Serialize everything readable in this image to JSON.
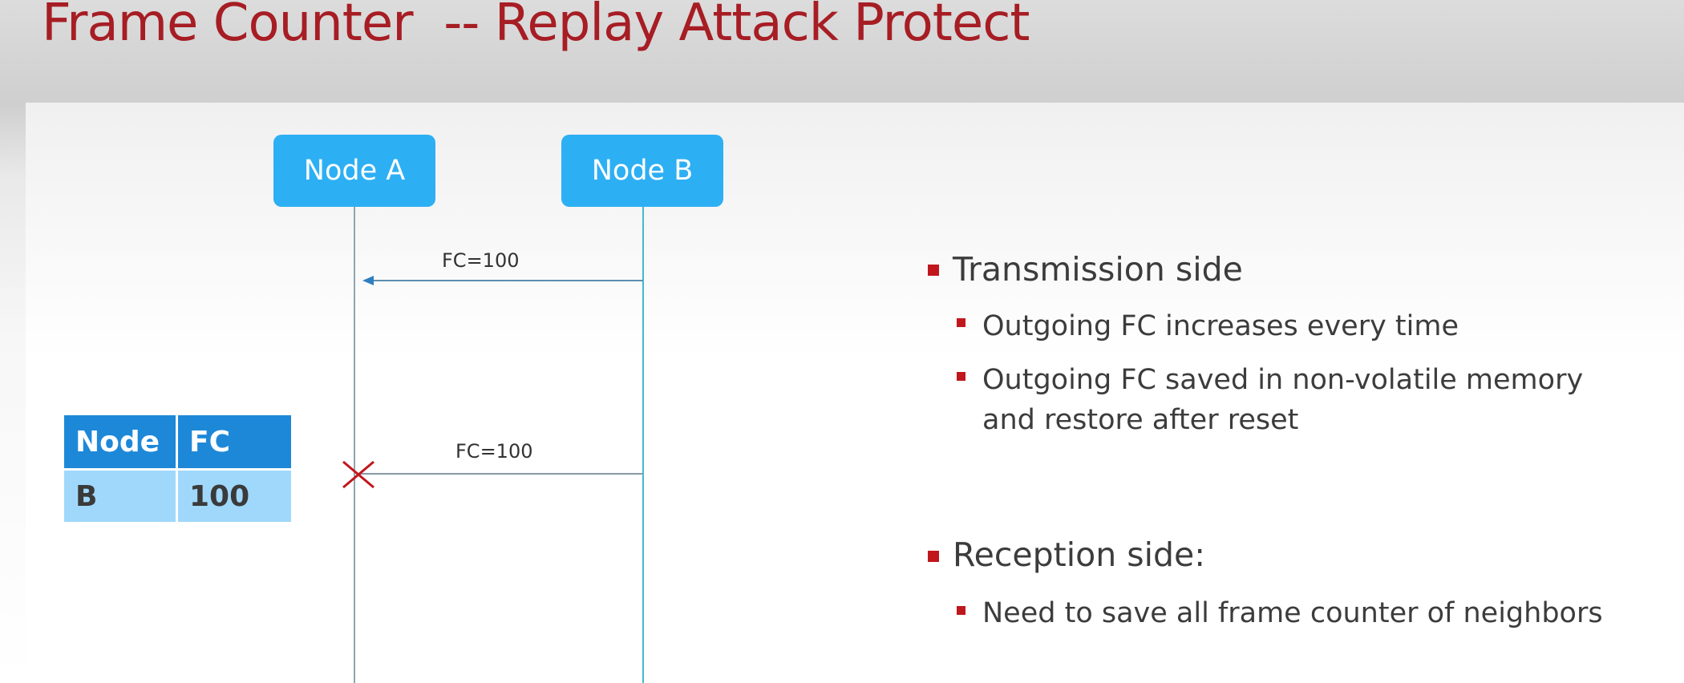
{
  "slide": {
    "title": "Frame Counter  -- Replay Attack Protect"
  },
  "diagram": {
    "nodes": [
      {
        "label": "Node A"
      },
      {
        "label": "Node B"
      }
    ],
    "messages": [
      {
        "label": "FC=100",
        "from": "Node B",
        "to": "Node A",
        "status": "delivered"
      },
      {
        "label": "FC=100",
        "from": "Node B",
        "to": "Node A",
        "status": "rejected"
      }
    ],
    "colors": {
      "node_fill": "#2daff4",
      "lifeline": "#45b8cf",
      "reject_mark": "#c0171d",
      "table_header": "#1e88d8",
      "table_cell": "#9fd8fb"
    }
  },
  "fc_table": {
    "headers": [
      "Node",
      "FC"
    ],
    "rows": [
      [
        "B",
        "100"
      ]
    ]
  },
  "bullets": {
    "transmission": {
      "heading": "Transmission side",
      "items": [
        "Outgoing FC increases every time",
        "Outgoing FC saved in non-volatile memory",
        "and restore after reset"
      ]
    },
    "reception": {
      "heading": "Reception side:",
      "items": [
        "Need to save all frame counter of neighbors"
      ]
    }
  }
}
